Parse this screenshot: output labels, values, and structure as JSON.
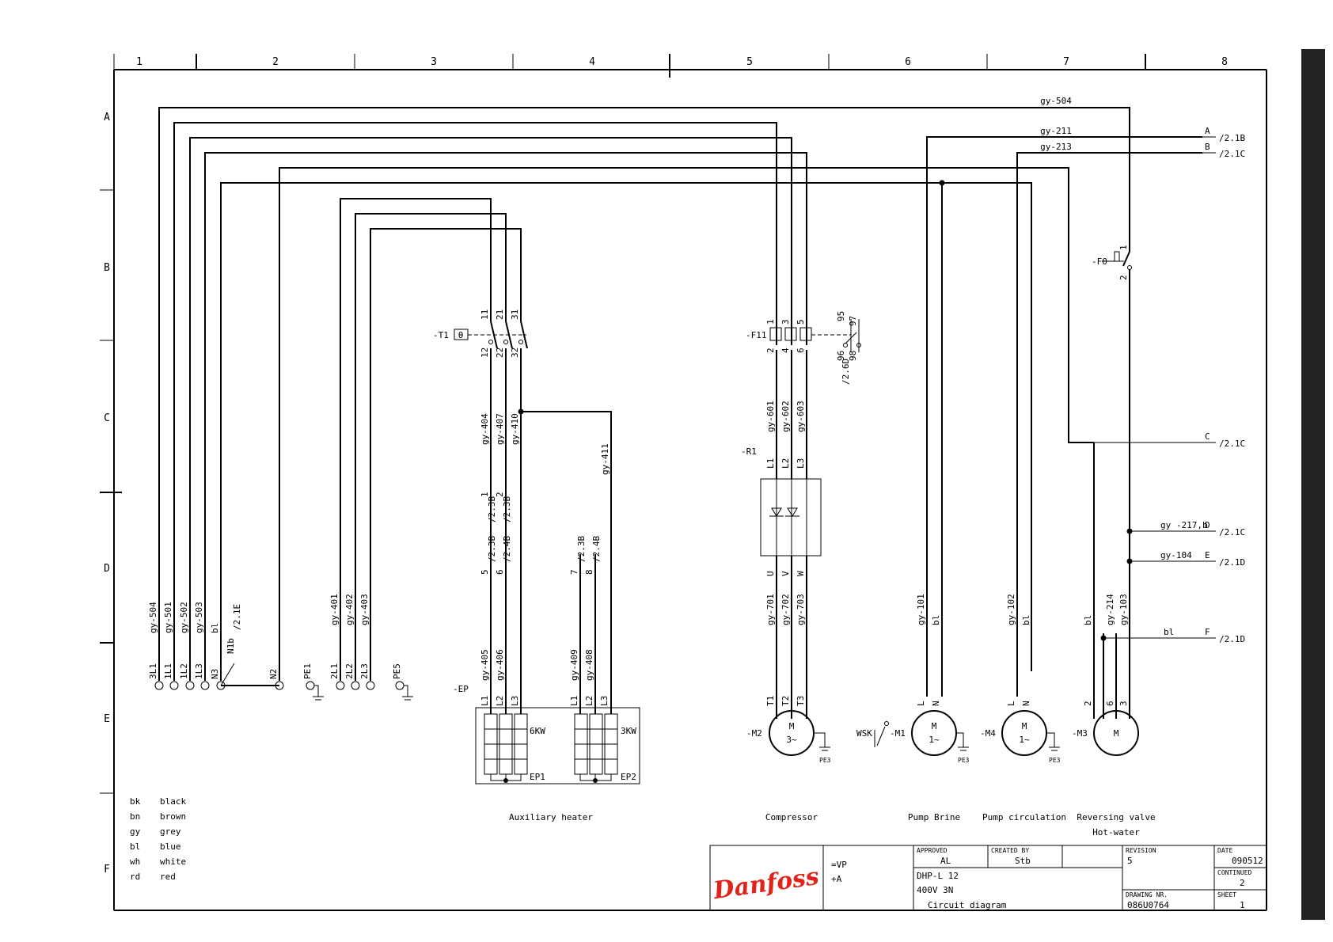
{
  "columns": [
    "1",
    "2",
    "3",
    "4",
    "5",
    "6",
    "7",
    "8"
  ],
  "rows": [
    "A",
    "B",
    "C",
    "D",
    "E",
    "F"
  ],
  "wire_labels": {
    "gy504_top": "gy-504",
    "gy211": "gy-211",
    "gy213": "gy-213",
    "gy404": "gy-404",
    "gy407": "gy-407",
    "gy410": "gy-410",
    "gy411": "gy-411",
    "gy601": "gy-601",
    "gy602": "gy-602",
    "gy603": "gy-603",
    "gy701": "gy-701",
    "gy702": "gy-702",
    "gy703": "gy-703",
    "gy504": "gy-504",
    "gy501": "gy-501",
    "gy502": "gy-502",
    "gy503": "gy-503",
    "bl": "bl",
    "gy401": "gy-401",
    "gy402": "gy-402",
    "gy403": "gy-403",
    "gy405": "gy-405",
    "gy406": "gy-406",
    "gy409": "gy-409",
    "gy408": "gy-408",
    "gy101": "gy-101",
    "gy102": "gy-102",
    "gy214": "gy-214",
    "gy103": "gy-103",
    "gy217b": "gy -217,b",
    "gy104": "gy-104"
  },
  "terminals": {
    "t3l1": "3L1",
    "t1l1": "1L1",
    "t1l2": "1L2",
    "t1l3": "1L3",
    "tn3": "N3",
    "tn1b": "N1b",
    "tn1b_ref": "/2.1E",
    "tn2": "N2",
    "tpe1": "PE1",
    "t2l1": "2L1",
    "t2l2": "2L2",
    "t2l3": "2L3",
    "tpe5": "PE5"
  },
  "refs": {
    "a": "A",
    "a_ref": "/2.1B",
    "b": "B",
    "b_ref": "/2.1C",
    "c": "C",
    "c_ref": "/2.1C",
    "d": "D",
    "d_ref": "/2.1C",
    "e": "E",
    "e_ref": "/2.1D",
    "f": "F",
    "f_ref": "/2.1D",
    "x23b": "/2.3B",
    "x24b": "/2.4B",
    "f11_ref": "/2.6D"
  },
  "components": {
    "t1": "-T1",
    "theta": "θ",
    "f11": "-F11",
    "f0": "-F0",
    "r1": "-R1",
    "ep": "-EP",
    "m2": "-M2",
    "m1": "-M1",
    "m4": "-M4",
    "m3": "-M3",
    "wsk": "WSK",
    "m": "M",
    "three_ac": "3~",
    "one_ac": "1~",
    "ep1": "EP1",
    "ep2": "EP2",
    "kw6": "6KW",
    "kw3": "3KW",
    "pe3": "PE3"
  },
  "pins": {
    "n1": "1",
    "n2": "2",
    "n3": "3",
    "n4": "4",
    "n5": "5",
    "n6": "6",
    "n7": "7",
    "n8": "8",
    "n11": "11",
    "n12": "12",
    "n21": "21",
    "n22": "22",
    "n31": "31",
    "n32": "32",
    "n95": "95",
    "n96": "96",
    "n97": "97",
    "n98": "98",
    "L1": "L1",
    "L2": "L2",
    "L3": "L3",
    "T1": "T1",
    "T2": "T2",
    "T3": "T3",
    "U": "U",
    "V": "V",
    "W": "W",
    "L": "L",
    "N": "N"
  },
  "captions": {
    "aux": "Auxiliary heater",
    "comp": "Compressor",
    "brine": "Pump Brine",
    "circ": "Pump circulation",
    "rev": "Reversing valve",
    "hot": "Hot-water"
  },
  "legend": [
    {
      "code": "bk",
      "name": "black"
    },
    {
      "code": "bn",
      "name": "brown"
    },
    {
      "code": "gy",
      "name": "grey"
    },
    {
      "code": "bl",
      "name": "blue"
    },
    {
      "code": "wh",
      "name": "white"
    },
    {
      "code": "rd",
      "name": "red"
    }
  ],
  "title_block": {
    "logo": "Danfoss",
    "vp": "=VP",
    "plus_a": "+A",
    "approved_label": "APPROVED",
    "approved": "AL",
    "created_label": "CREATED BY",
    "created": "Stb",
    "revision_label": "REVISION",
    "revision": "5",
    "date_label": "DATE",
    "date": "090512",
    "continued_label": "CONTINUED",
    "continued": "2",
    "drawing_label": "DRAWING NR.",
    "drawing": "086U0764",
    "sheet_label": "SHEET",
    "sheet": "1",
    "product": "DHP-L 12",
    "voltage": "400V 3N",
    "doc": "Circuit diagram"
  }
}
